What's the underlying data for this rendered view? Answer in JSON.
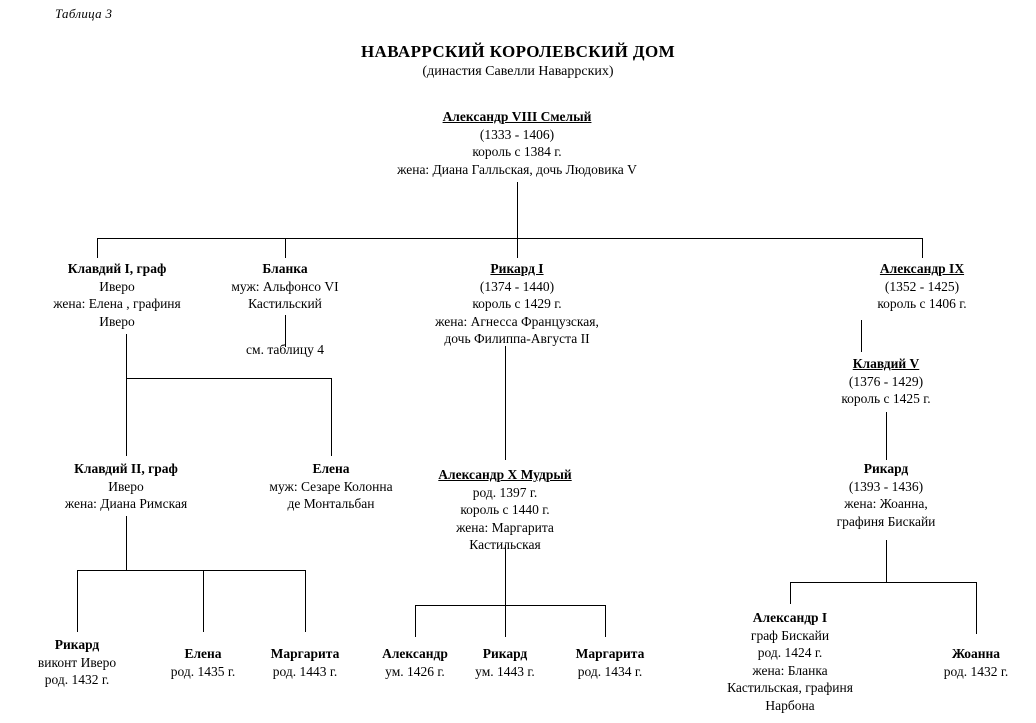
{
  "document": {
    "table_label": "Таблица 3",
    "title": "НАВАРРСКИЙ КОРОЛЕВСКИЙ ДОМ",
    "subtitle": "(династия Савелли Наваррских)"
  },
  "nodes": {
    "root": {
      "name": "Александр VIII Смелый",
      "dates": "(1333 - 1406)",
      "reign": "король с 1384 г.",
      "spouse": "жена: Диана Галльская, дочь Людовика V"
    },
    "klavdiy1": {
      "name": "Клавдий I, граф",
      "title2": "Иверо",
      "spouse1": "жена: Елена , графиня",
      "spouse2": "Иверо"
    },
    "blanka": {
      "name": "Бланка",
      "spouse1": "муж: Альфонсо VI",
      "spouse2": "Кастильский",
      "note": "см. таблицу 4"
    },
    "rikard1": {
      "name": "Рикард I",
      "dates": "(1374 - 1440)",
      "reign": "король с 1429 г.",
      "spouse1": "жена: Агнесса Французская,",
      "spouse2": "дочь Филиппа-Августа II"
    },
    "aleksandr9": {
      "name": "Александр IX",
      "dates": "(1352 - 1425)",
      "reign": "король с 1406 г."
    },
    "klavdiy5": {
      "name": "Клавдий V",
      "dates": "(1376 - 1429)",
      "reign": "король с 1425 г."
    },
    "klavdiy2": {
      "name": "Клавдий II, граф",
      "title2": "Иверо",
      "spouse": "жена: Диана Римская"
    },
    "elena_kolonna": {
      "name": "Елена",
      "spouse1": "муж: Сезаре Колонна",
      "spouse2": "де Монтальбан"
    },
    "aleksandr10": {
      "name": "Александр X Мудрый",
      "born": "род. 1397 г.",
      "reign": "король с 1440 г.",
      "spouse1": "жена: Маргарита",
      "spouse2": "Кастильская"
    },
    "rikard_biskay": {
      "name": "Рикард",
      "dates": "(1393 - 1436)",
      "spouse1": "жена: Жоанна,",
      "spouse2": "графиня Бискайи"
    },
    "rikard_vikont": {
      "name": "Рикард",
      "title2": "виконт Иверо",
      "born": "род. 1432 г."
    },
    "elena_1435": {
      "name": "Елена",
      "born": "род. 1435 г."
    },
    "margarita_1443": {
      "name": "Маргарита",
      "born": "род. 1443 г."
    },
    "aleksandr_1426": {
      "name": "Александр",
      "died": "ум. 1426 г."
    },
    "rikard_1443": {
      "name": "Рикард",
      "died": "ум. 1443 г."
    },
    "margarita_1434": {
      "name": "Маргарита",
      "born": "род. 1434 г."
    },
    "aleksandr1_biskay": {
      "name": "Александр I",
      "title2": "граф Бискайи",
      "born": "род. 1424 г.",
      "spouse1": "жена: Бланка",
      "spouse2": "Кастильская, графиня",
      "spouse3": "Нарбона"
    },
    "zhoanna_1432": {
      "name": "Жоанна",
      "born": "род. 1432 г."
    }
  }
}
